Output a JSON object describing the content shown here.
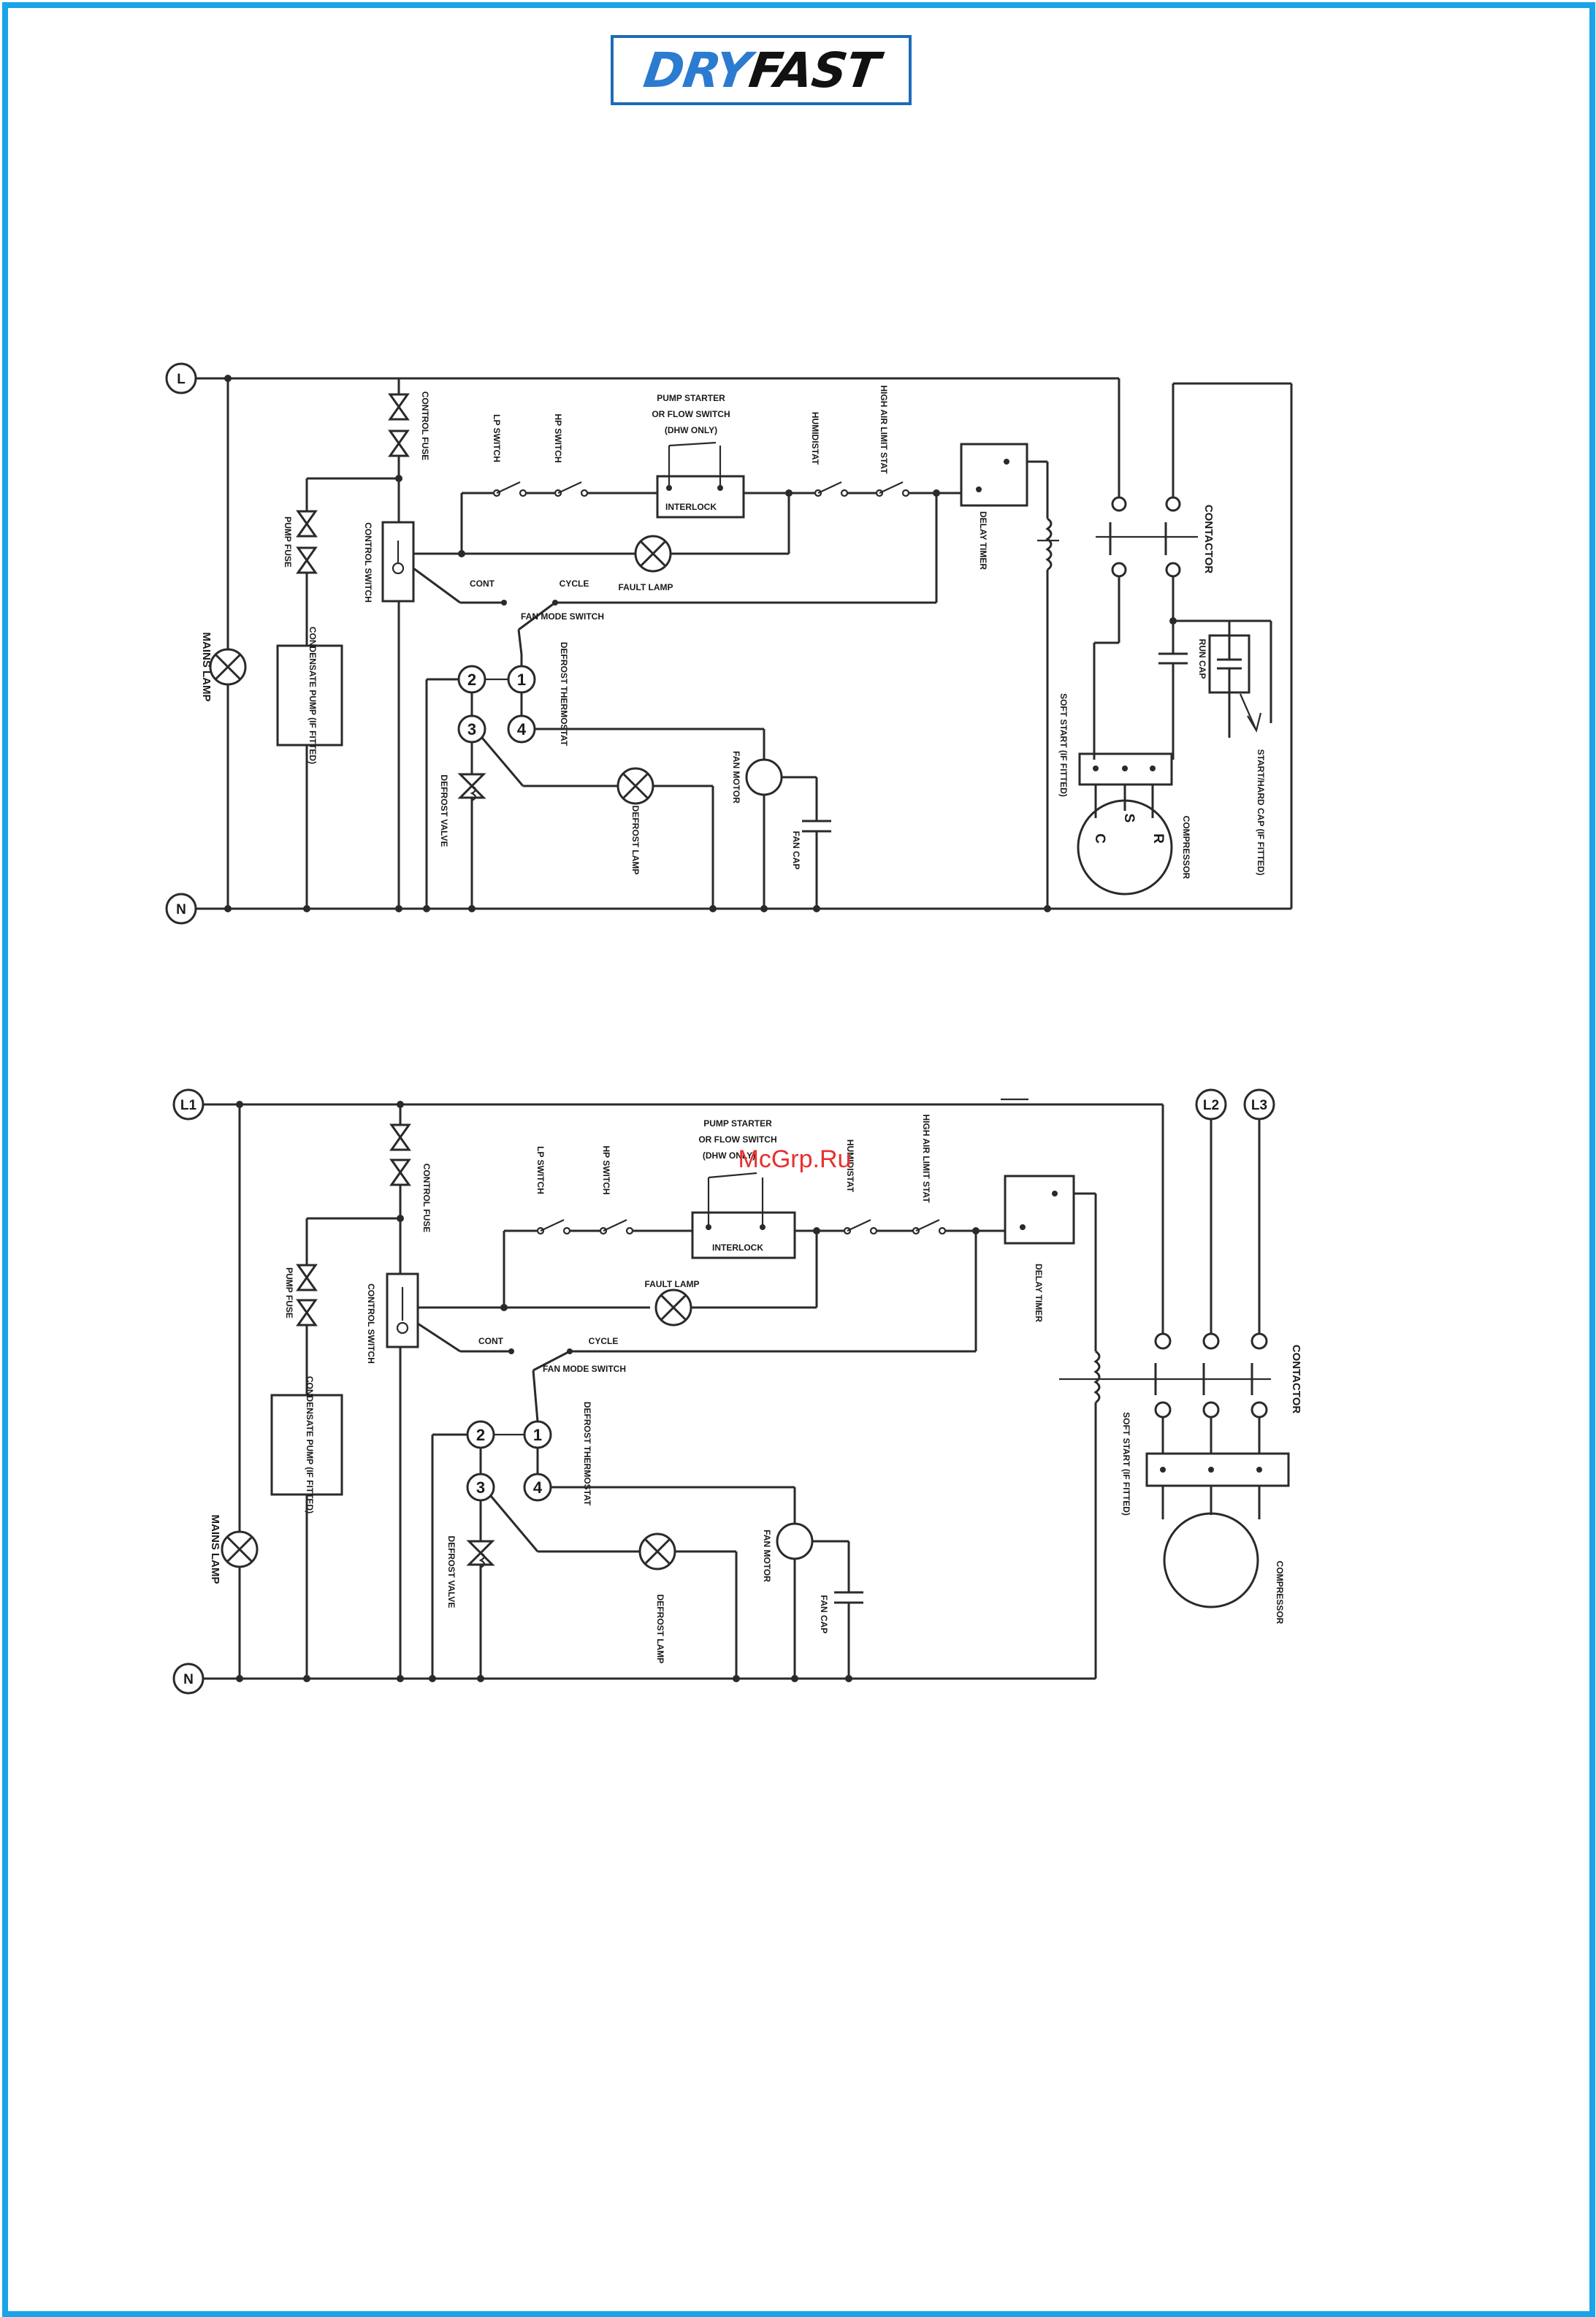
{
  "logo": {
    "part1": "DRY",
    "part2": "FAST"
  },
  "watermark": "McGrp.Ru",
  "colors": {
    "frame": "#1aa3e8",
    "logo_blue": "#2b7bd0",
    "watermark": "#e83030"
  },
  "diagram1": {
    "L": "L",
    "N": "N",
    "control_fuse": "CONTROL FUSE",
    "pump_fuse": "PUMP FUSE",
    "control_switch": "CONTROL SWITCH",
    "mains_lamp": "MAINS LAMP",
    "condensate_pump": "CONDENSATE PUMP (IF FITTED)",
    "lp_switch": "LP SWITCH",
    "hp_switch": "HP SWITCH",
    "pump_starter": "PUMP STARTER",
    "flow_switch": "OR FLOW SWITCH",
    "dhw_only": "(DHW ONLY)",
    "interlock": "INTERLOCK",
    "humidistat": "HUMIDISTAT",
    "high_air_limit": "HIGH AIR LIMIT STAT",
    "delay_timer": "DELAY TIMER",
    "contactor": "CONTACTOR",
    "fault_lamp": "FAULT LAMP",
    "cont": "CONT",
    "cycle": "CYCLE",
    "fan_mode_switch": "FAN MODE SWITCH",
    "defrost_thermostat": "DEFROST THERMOSTAT",
    "t1": "1",
    "t2": "2",
    "t3": "3",
    "t4": "4",
    "defrost_valve": "DEFROST VALVE",
    "defrost_lamp": "DEFROST LAMP",
    "fan_motor": "FAN MOTOR",
    "fan_cap": "FAN CAP",
    "run_cap": "RUN CAP",
    "start_cap": "START/HARD CAP (IF FITTED)",
    "soft_start": "SOFT START (IF FITTED)",
    "compressor": "COMPRESSOR",
    "term_c": "C",
    "term_s": "S",
    "term_r": "R"
  },
  "diagram2": {
    "L1": "L1",
    "L2": "L2",
    "L3": "L3",
    "N": "N",
    "control_fuse": "CONTROL FUSE",
    "pump_fuse": "PUMP FUSE",
    "control_switch": "CONTROL SWITCH",
    "mains_lamp": "MAINS LAMP",
    "condensate_pump": "CONDENSATE PUMP (IF FITTED)",
    "lp_switch": "LP SWITCH",
    "hp_switch": "HP SWITCH",
    "pump_starter": "PUMP STARTER",
    "flow_switch": "OR FLOW SWITCH",
    "dhw_only": "(DHW ONLY)",
    "interlock": "INTERLOCK",
    "humidistat": "HUMIDISTAT",
    "high_air_limit": "HIGH AIR LIMIT STAT",
    "delay_timer": "DELAY TIMER",
    "contactor": "CONTACTOR",
    "fault_lamp": "FAULT LAMP",
    "cont": "CONT",
    "cycle": "CYCLE",
    "fan_mode_switch": "FAN MODE SWITCH",
    "defrost_thermostat": "DEFROST THERMOSTAT",
    "t1": "1",
    "t2": "2",
    "t3": "3",
    "t4": "4",
    "defrost_valve": "DEFROST VALVE",
    "defrost_lamp": "DEFROST LAMP",
    "fan_motor": "FAN MOTOR",
    "fan_cap": "FAN CAP",
    "soft_start": "SOFT START (IF FITTED)",
    "compressor": "COMPRESSOR"
  }
}
